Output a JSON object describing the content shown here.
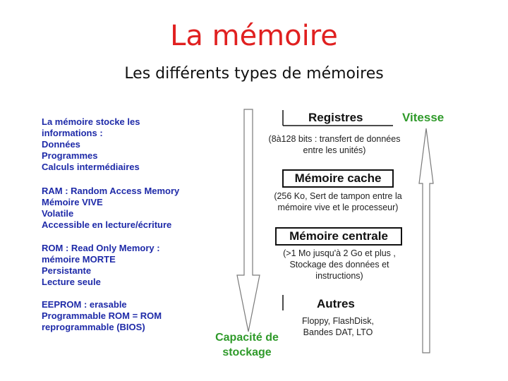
{
  "title": "La mémoire",
  "subtitle": "Les différents types de mémoires",
  "left_panel": {
    "intro": [
      "La mémoire stocke les",
      "informations :",
      "Données",
      "Programmes",
      "Calculs intermédiaires"
    ],
    "ram": [
      "RAM : Random Access Memory",
      "Mémoire VIVE",
      "Volatile",
      "Accessible en lecture/écriture"
    ],
    "rom": [
      "ROM : Read Only Memory :",
      "mémoire MORTE",
      "Persistante",
      "Lecture seule"
    ],
    "eeprom": [
      "EEPROM : erasable",
      "Programmable ROM = ROM",
      "reprogrammable (BIOS)"
    ]
  },
  "hierarchy": [
    {
      "label": "Registres",
      "desc": [
        "(8à128 bits : transfert de données",
        "entre les unités)"
      ]
    },
    {
      "label": "Mémoire cache",
      "desc": [
        "(256 Ko, Sert de tampon entre la",
        "mémoire vive et le processeur)"
      ]
    },
    {
      "label": "Mémoire centrale",
      "desc": [
        "(>1 Mo jusqu'à 2 Go et plus ,",
        "Stockage des données et",
        "instructions)"
      ]
    },
    {
      "label": "Autres",
      "desc": [
        "Floppy, FlashDisk,",
        "Bandes DAT, LTO"
      ]
    }
  ],
  "axes": {
    "speed": "Vitesse",
    "capacity": [
      "Capacité de",
      "stockage"
    ]
  },
  "colors": {
    "title": "#e02020",
    "left_text": "#1e2aa8",
    "axis_label": "#2f9a2a"
  }
}
